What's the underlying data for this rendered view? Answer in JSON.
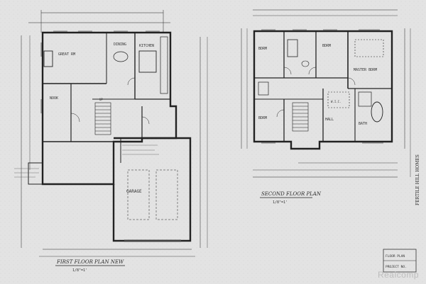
{
  "sheet": {
    "first_floor_title": "FIRST FLOOR PLAN NEW",
    "second_floor_title": "SECOND FLOOR PLAN",
    "first_floor_scale": "1/8\"=1'",
    "second_floor_scale": "1/8\"=1'",
    "side_note": "FERTILE HILL HOMES",
    "title_block_lines": [
      "FLOOR PLAN",
      "PROJECT NO."
    ],
    "room_labels": {
      "great_room": "GREAT RM",
      "kitchen": "KITCHEN",
      "dining": "DINING",
      "nook": "NOOK",
      "garage": "GARAGE",
      "bedroom_1": "BDRM",
      "bedroom_2": "BDRM",
      "bedroom_3": "BDRM",
      "master": "MASTER BDRM",
      "bath": "BATH",
      "stair": "UP",
      "hall": "HALL",
      "closet": "W.I.C."
    }
  },
  "watermark": "Realcomp"
}
